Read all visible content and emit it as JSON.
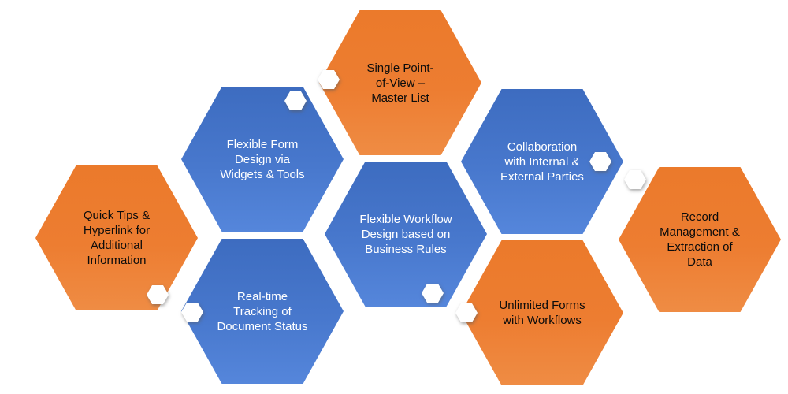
{
  "diagram": {
    "type": "hexagon-cluster",
    "background": "#FFFFFF",
    "colors": {
      "orange": "#ED7D31",
      "blue": "#4472C4",
      "badge_fill": "#FFFFFF",
      "text_on_orange": "#000000",
      "text_on_blue": "#FFFFFF"
    },
    "hexagons": [
      {
        "id": "single-point-of-view",
        "fill": "orange",
        "icon": "small-hexagon-icon",
        "label": "Single Point-\nof-View –\nMaster List"
      },
      {
        "id": "flexible-form-design",
        "fill": "blue",
        "icon": "small-hexagon-icon",
        "label": "Flexible Form\nDesign via\nWidgets & Tools"
      },
      {
        "id": "collaboration",
        "fill": "blue",
        "icon": "small-hexagon-icon",
        "label": "Collaboration\nwith Internal &\nExternal Parties"
      },
      {
        "id": "quick-tips",
        "fill": "orange",
        "icon": "small-hexagon-icon",
        "label": "Quick Tips &\nHyperlink for\nAdditional\nInformation"
      },
      {
        "id": "flexible-workflow-design",
        "fill": "blue",
        "icon": "small-hexagon-icon",
        "label": "Flexible Workflow\nDesign based on\nBusiness Rules"
      },
      {
        "id": "record-management",
        "fill": "orange",
        "icon": "small-hexagon-icon",
        "label": "Record\nManagement &\nExtraction of\nData"
      },
      {
        "id": "real-time-tracking",
        "fill": "blue",
        "icon": "small-hexagon-icon",
        "label": "Real-time\nTracking of\nDocument Status"
      },
      {
        "id": "unlimited-forms",
        "fill": "orange",
        "icon": "small-hexagon-icon",
        "label": "Unlimited Forms\nwith Workflows"
      }
    ]
  }
}
